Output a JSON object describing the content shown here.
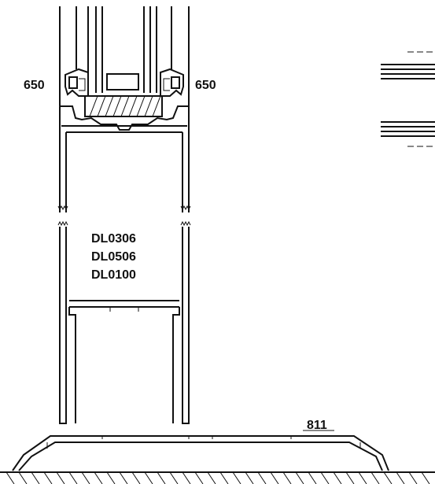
{
  "labels": {
    "left_part": "650",
    "right_part": "650",
    "code_1": "DL0306",
    "code_2": "DL0506",
    "code_3": "DL0100",
    "sill_part": "811"
  },
  "colors": {
    "line": "#111111",
    "background": "#ffffff"
  }
}
